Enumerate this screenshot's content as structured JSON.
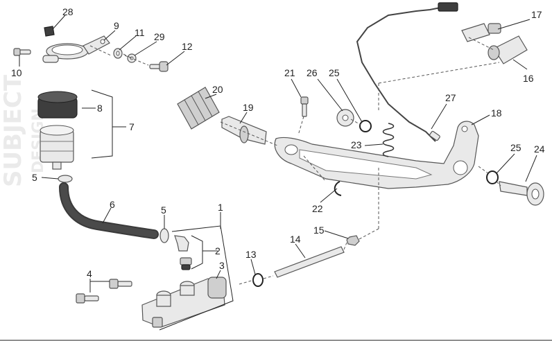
{
  "callouts": {
    "n1": "1",
    "n2": "2",
    "n3": "3",
    "n4": "4",
    "n5a": "5",
    "n5b": "5",
    "n6": "6",
    "n7": "7",
    "n8": "8",
    "n9": "9",
    "n10": "10",
    "n11": "11",
    "n12": "12",
    "n13": "13",
    "n14": "14",
    "n15": "15",
    "n16": "16",
    "n17": "17",
    "n18": "18",
    "n19": "19",
    "n20": "20",
    "n21": "21",
    "n22": "22",
    "n23": "23",
    "n24": "24",
    "n25a": "25",
    "n25b": "25",
    "n26": "26",
    "n27": "27",
    "n28": "28",
    "n29": "29"
  },
  "watermark": {
    "text": "SUBJECT DESIGN",
    "role": "logo"
  },
  "colors": {
    "line": "#222222",
    "part_fill": "#e9e9e9",
    "hose": "#3a3a3a",
    "background": "#ffffff"
  }
}
